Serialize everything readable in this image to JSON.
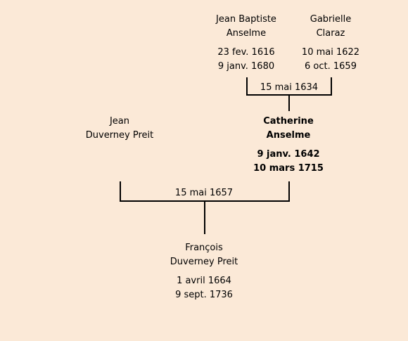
{
  "people": {
    "father_gp": {
      "name_line1": "Jean Baptiste",
      "name_line2": "Anselme",
      "birth": "23 fev. 1616",
      "death": "9 janv. 1680"
    },
    "mother_gp": {
      "name_line1": "Gabrielle",
      "name_line2": "Claraz",
      "birth": "10 mai 1622",
      "death": "6 oct. 1659"
    },
    "father": {
      "name_line1": "Jean",
      "name_line2": "Duverney Preit"
    },
    "mother": {
      "name_line1": "Catherine",
      "name_line2": "Anselme",
      "birth": "9 janv. 1642",
      "death": "10 mars 1715"
    },
    "child": {
      "name_line1": "François",
      "name_line2": "Duverney Preit",
      "birth": "1 avril 1664",
      "death": "9 sept. 1736"
    }
  },
  "marriages": {
    "grandparents": "15 mai 1634",
    "parents": "15 mai 1657"
  },
  "colors": {
    "background": "#fbe9d7",
    "lines": "#000000"
  }
}
